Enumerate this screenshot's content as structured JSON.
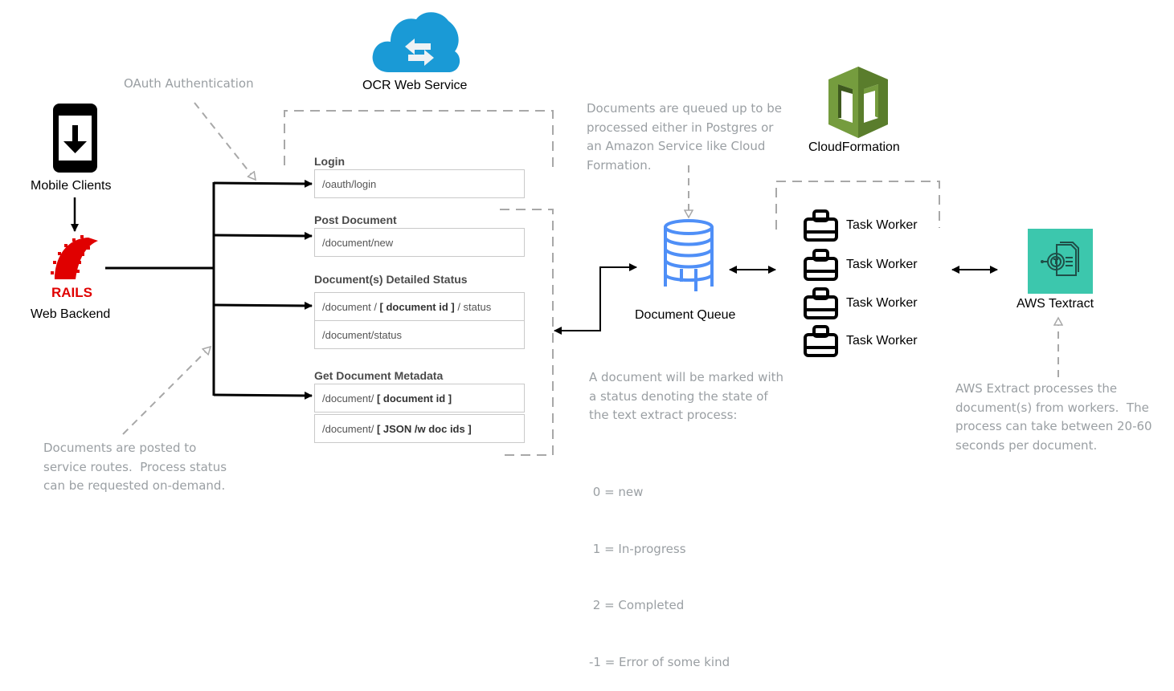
{
  "nodes": {
    "mobile_clients": "Mobile Clients",
    "web_backend": "Web Backend",
    "rails_logo_text": "RAILS",
    "ocr_web_service": "OCR Web Service",
    "cloudformation": "CloudFormation",
    "document_queue": "Document Queue",
    "task_workers": [
      "Task Worker",
      "Task Worker",
      "Task Worker",
      "Task Worker"
    ],
    "aws_textract": "AWS Textract"
  },
  "service_routes": [
    {
      "title": "Login",
      "routes": [
        {
          "prefix": "/oauth/login",
          "bold": "",
          "suffix": ""
        }
      ]
    },
    {
      "title": "Post Document",
      "routes": [
        {
          "prefix": "/document/new",
          "bold": "",
          "suffix": ""
        }
      ]
    },
    {
      "title": "Document(s) Detailed Status",
      "routes": [
        {
          "prefix": "/document / ",
          "bold": "[ document id ]",
          "suffix": " / status"
        },
        {
          "prefix": "/document/status",
          "bold": "",
          "suffix": ""
        }
      ]
    },
    {
      "title": "Get Document Metadata",
      "routes": [
        {
          "prefix": "/document/ ",
          "bold": "[ document id ]",
          "suffix": ""
        },
        {
          "prefix": "/document/ ",
          "bold": "[ JSON /w doc ids ]",
          "suffix": ""
        }
      ]
    }
  ],
  "annotations": {
    "oauth": "OAuth Authentication",
    "posted": "Documents are posted to\nservice routes.  Process status\ncan be requested on-demand.",
    "queued": "Documents are queued up to be\nprocessed either in Postgres or\nan Amazon Service like Cloud\nFormation.",
    "status": "A document will be marked with\na status denoting the state of\nthe text extract process:",
    "status_codes": [
      " 0 = new",
      " 1 = In-progress",
      " 2 = Completed",
      "-1 = Error of some kind"
    ],
    "textract": "AWS Extract processes the\ndocument(s) from workers.  The\nprocess can take between 20-60\nseconds per document."
  },
  "colors": {
    "rails_red": "#e00000",
    "cloud_blue": "#1a9ad6",
    "db_blue": "#4f8ff7",
    "cloudformation_green": "#759c3e",
    "textract_teal": "#3cc7ad",
    "annotation_gray": "#9a9fa3"
  }
}
